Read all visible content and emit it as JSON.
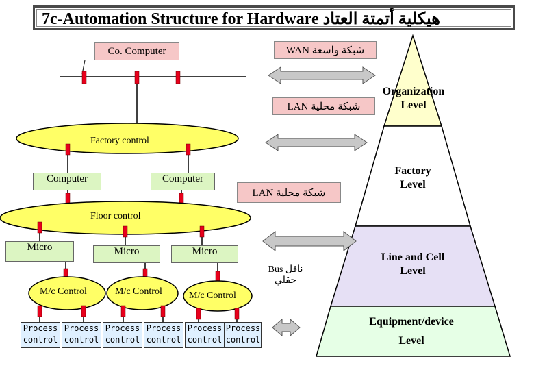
{
  "title": "7c-Automation Structure for Hardware هيكلية أتمتة العتاد",
  "network_labels": {
    "wan": "WAN شبكة واسعة",
    "lan_top": "LAN شبكة محلية",
    "lan_mid": "LAN شبكة محلية",
    "bus_line1": "Bus ناقل",
    "bus_line2": "حقلي"
  },
  "nodes": {
    "co_computer": "Co. Computer",
    "factory_control": "Factory control",
    "computer_left": "Computer",
    "computer_right": "Computer",
    "floor_control": "Floor control",
    "micro_1": "Micro",
    "micro_2": "Micro",
    "micro_3": "Micro",
    "mc_control_1": "M/c Control",
    "mc_control_2": "M/c Control",
    "mc_control_3": "M/c Control",
    "process_line1": "Process",
    "process_line2": "control"
  },
  "pyramid_levels": {
    "organization_1": "Organization",
    "organization_2": "Level",
    "factory_1": "Factory",
    "factory_2": "Level",
    "line_1": "Line and Cell",
    "line_2": "Level",
    "equipment_1": "Equipment/device",
    "equipment_2": "Level"
  },
  "colors": {
    "pink": "#f6c7c7",
    "green": "#dcf5c2",
    "yellow": "#ffff80",
    "red_node": "#e8001c",
    "pyramid_top": "#ffffcc",
    "pyramid_mid": "#ffffff",
    "pyramid_lower": "#e6e0f5",
    "pyramid_bottom": "#e6ffe6",
    "arrow": "#c8c8c8"
  }
}
